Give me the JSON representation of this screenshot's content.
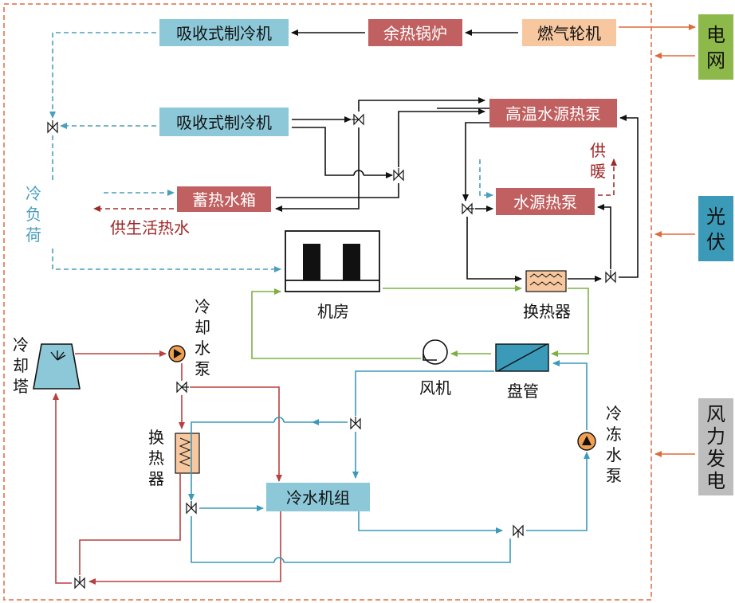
{
  "labels": {
    "absorption_chiller_top": "吸收式制冷机",
    "waste_heat_boiler": "余热锅炉",
    "gas_turbine": "燃气轮机",
    "grid_1": "电",
    "grid_2": "网",
    "absorption_chiller_mid": "吸收式制冷机",
    "high_temp_heat_pump": "高温水源热泵",
    "water_source_heat_pump": "水源热泵",
    "heat_storage_tank": "蓄热水箱",
    "heating_supply_1": "供",
    "heating_supply_2": "暖",
    "cold_load_1": "冷",
    "cold_load_2": "负",
    "cold_load_3": "荷",
    "domestic_hot_water": "供生活热水",
    "pv_1": "光",
    "pv_2": "伏",
    "machine_room": "机房",
    "heat_exchanger_right": "换热器",
    "cooling_tower_1": "冷",
    "cooling_tower_2": "却",
    "cooling_tower_3": "塔",
    "cooling_pump_1": "冷",
    "cooling_pump_2": "却",
    "cooling_pump_3": "水",
    "cooling_pump_4": "泵",
    "fan": "风机",
    "coil": "盘管",
    "heat_exchanger_left_1": "换",
    "heat_exchanger_left_2": "热",
    "heat_exchanger_left_3": "器",
    "chilled_pump_1": "冷",
    "chilled_pump_2": "冻",
    "chilled_pump_3": "水",
    "chilled_pump_4": "泵",
    "chiller_unit": "冷水机组",
    "wind_1": "风",
    "wind_2": "力",
    "wind_3": "发",
    "wind_4": "电"
  },
  "colors": {
    "blue_box": "#8cc8d8",
    "red_box": "#c06060",
    "peach_box": "#f7c8a0",
    "green_box": "#8db84a",
    "teal_box": "#3a9ab8",
    "gray_box": "#bdbdbd",
    "black_line": "#111111",
    "blue_line": "#3a9ab8",
    "red_line": "#b84040",
    "green_line": "#7db042",
    "orange_dash": "#e06a3a",
    "dashed_blue": "#4a9ec0",
    "dark_red": "#a02828",
    "pump_orange": "#f0a050"
  }
}
